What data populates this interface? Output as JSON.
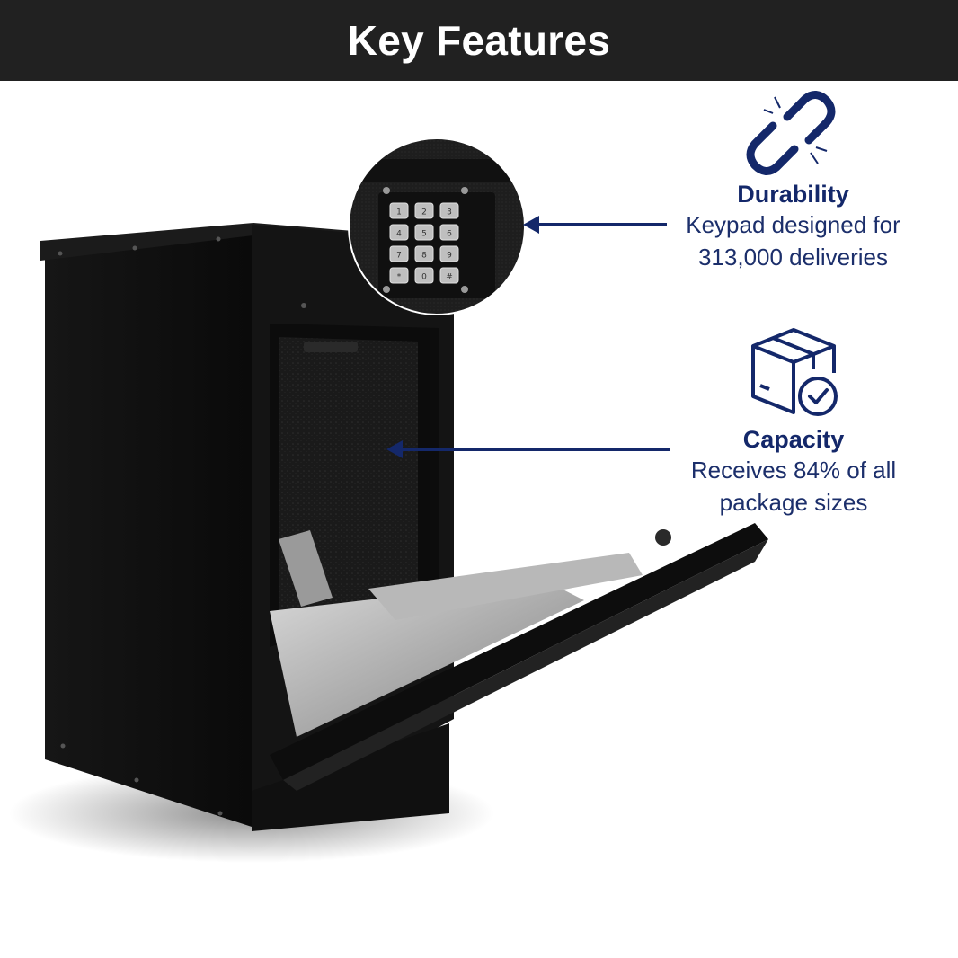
{
  "header": {
    "title": "Key Features"
  },
  "features": [
    {
      "icon": "chain-link-icon",
      "title": "Durability",
      "description": "Keypad designed for\n313,000 deliveries"
    },
    {
      "icon": "package-check-icon",
      "title": "Capacity",
      "description": "Receives 84% of all\npackage sizes"
    }
  ],
  "keypad": {
    "keys": [
      "1",
      "2",
      "3",
      "4",
      "5",
      "6",
      "7",
      "8",
      "9",
      "*",
      "0",
      "#"
    ]
  },
  "colors": {
    "header_bg": "#212121",
    "accent": "#14286a",
    "text": "#1c2f6b"
  }
}
